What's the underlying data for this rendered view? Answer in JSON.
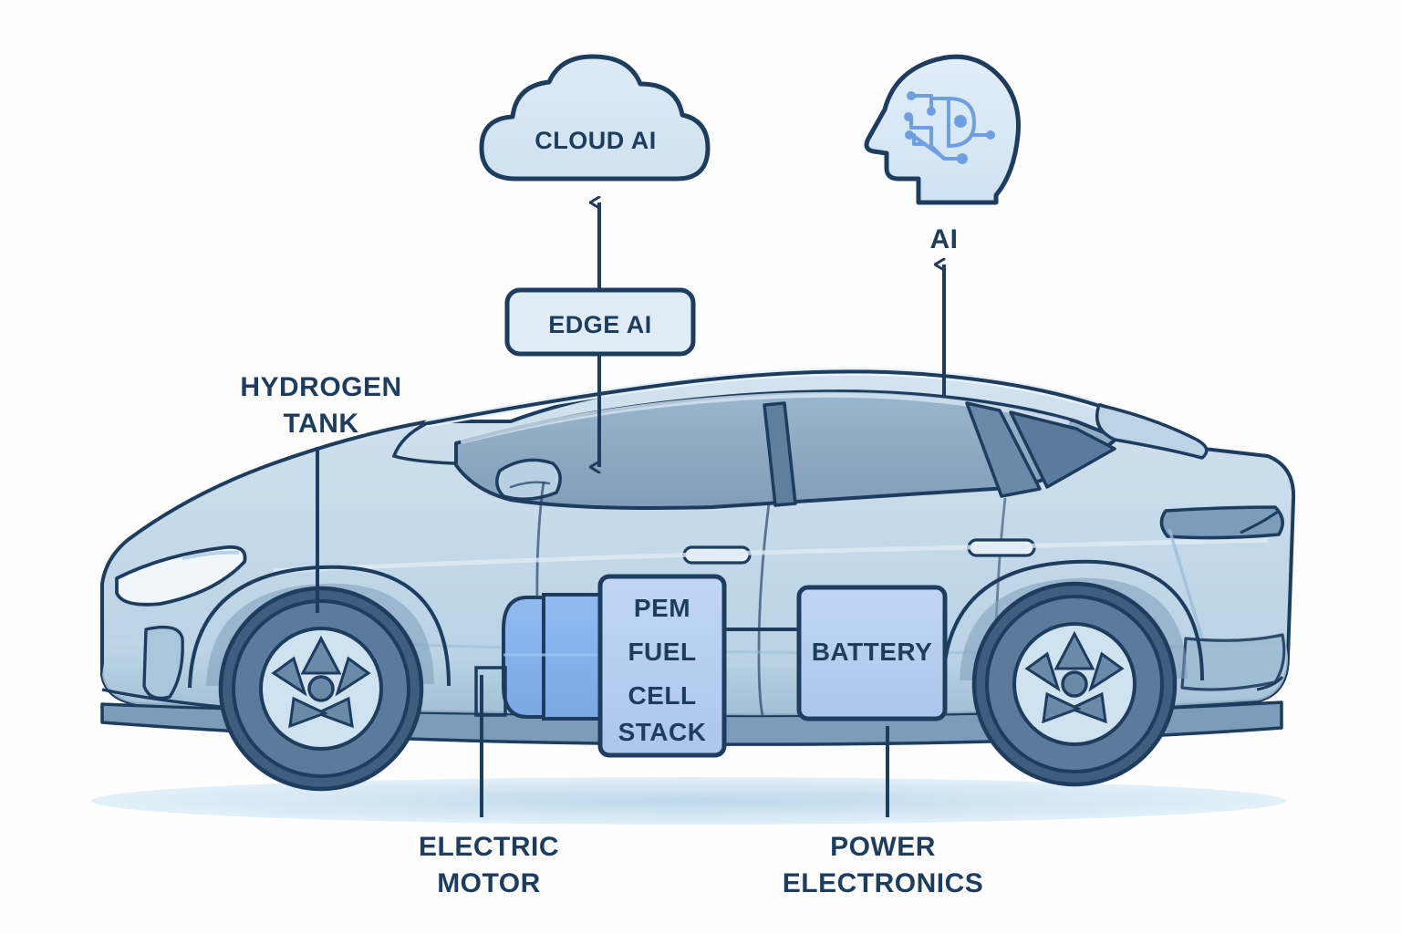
{
  "diagram": {
    "title": "Hydrogen fuel cell vehicle AI architecture cutaway",
    "background_color": "#ffffff"
  },
  "palette": {
    "outline": "#1d3c5e",
    "text": "#1d3c5e",
    "body_light": "#c8dcea",
    "body_mid": "#a9c6dc",
    "glass": "#8fadc6",
    "accent_blue": "#8ab4e8",
    "box_fill": "#b3cdf0",
    "cloud_fill": "#d3e4f0",
    "tire": "#5c7a9b",
    "shadow": "#b9d6ea"
  },
  "nodes": {
    "cloud_ai": {
      "label": "CLOUD AI",
      "shape": "cloud",
      "icon": "cloud-icon"
    },
    "ai_brain": {
      "label": "AI",
      "shape": "head-profile",
      "icon": "ai-head-icon"
    },
    "edge_ai": {
      "label": "EDGE AI",
      "shape": "rounded-rect"
    },
    "fuel_cell": {
      "label": [
        "PEM",
        "FUEL",
        "CELL",
        "STACK"
      ],
      "shape": "rounded-rect"
    },
    "battery": {
      "label": "BATTERY",
      "shape": "rounded-rect"
    },
    "hydrogen_tank": {
      "label": [
        "HYDROGEN",
        "TANK"
      ],
      "shape": "capsule"
    },
    "electric_motor": {
      "label": [
        "ELECTRIC",
        "MOTOR"
      ]
    },
    "power_electronics": {
      "label": [
        "POWER",
        "ELECTRONICS"
      ]
    }
  },
  "connections": [
    {
      "from": "edge_ai",
      "to": "cloud_ai",
      "direction": "up",
      "arrow": true
    },
    {
      "from": "edge_ai",
      "to": "vehicle_cabin",
      "direction": "down",
      "arrow": true
    },
    {
      "from": "vehicle_roof",
      "to": "ai_brain",
      "direction": "up",
      "arrow": true
    },
    {
      "from": "hydrogen_tank_label",
      "to": "hydrogen_tank",
      "direction": "down",
      "arrow": false
    },
    {
      "from": "electric_motor_label",
      "to": "chassis",
      "direction": "up",
      "arrow": false
    },
    {
      "from": "power_electronics_label",
      "to": "chassis",
      "direction": "up",
      "arrow": false
    },
    {
      "from": "fuel_cell",
      "to": "battery",
      "direction": "right",
      "arrow": false
    }
  ],
  "vehicle": {
    "type": "suv-crossover-side-view",
    "wheels": 2,
    "wheel_spokes": 6
  }
}
